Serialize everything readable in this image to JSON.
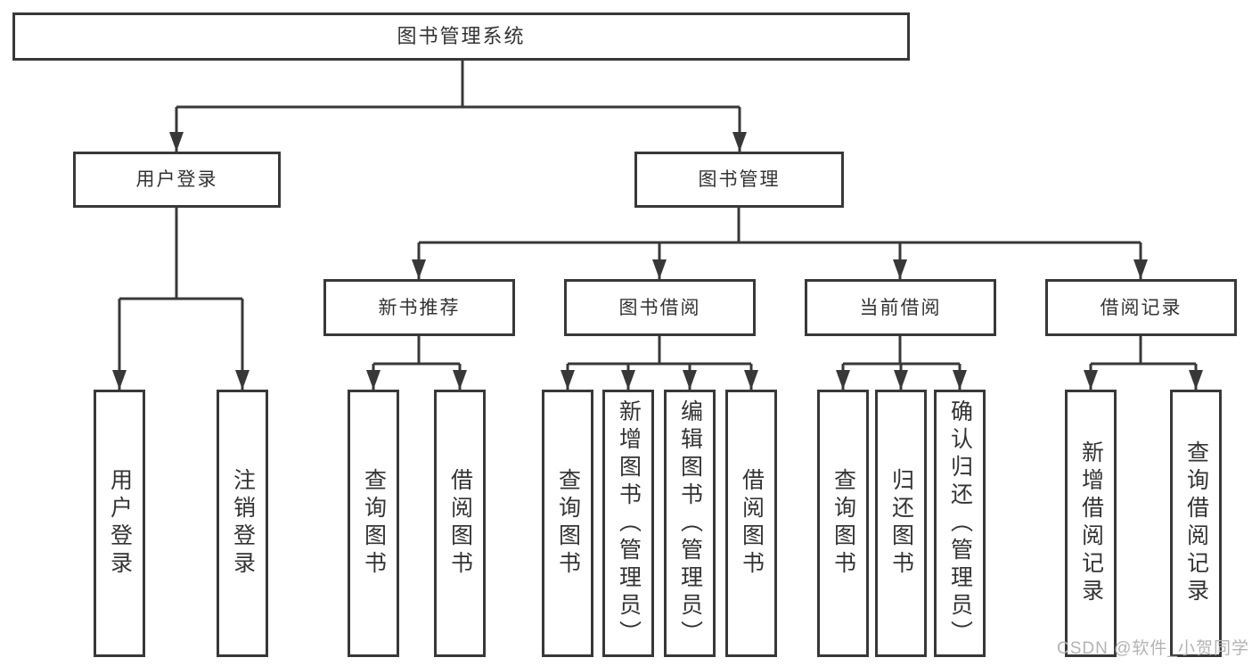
{
  "diagram": {
    "root": {
      "label": "图书管理系统"
    },
    "level2": [
      {
        "label": "用户登录",
        "children": [
          {
            "label": "用户登录"
          },
          {
            "label": "注销登录"
          }
        ]
      },
      {
        "label": "图书管理",
        "children": [
          {
            "label": "新书推荐",
            "children": [
              {
                "label": "查询图书"
              },
              {
                "label": "借阅图书"
              }
            ]
          },
          {
            "label": "图书借阅",
            "children": [
              {
                "label": "查询图书"
              },
              {
                "label": "新增图书（管理员）"
              },
              {
                "label": "编辑图书（管理员）"
              },
              {
                "label": "借阅图书"
              }
            ]
          },
          {
            "label": "当前借阅",
            "children": [
              {
                "label": "查询图书"
              },
              {
                "label": "归还图书"
              },
              {
                "label": "确认归还（管理员）"
              }
            ]
          },
          {
            "label": "借阅记录",
            "children": [
              {
                "label": "新增借阅记录"
              },
              {
                "label": "查询借阅记录"
              }
            ]
          }
        ]
      }
    ]
  },
  "watermark": {
    "text": "CSDN @软件_小贺同学"
  },
  "colors": {
    "line": "#383838",
    "box_border": "#383838",
    "text": "#333333",
    "background": "#ffffff",
    "watermark": "#b3b3b3"
  }
}
